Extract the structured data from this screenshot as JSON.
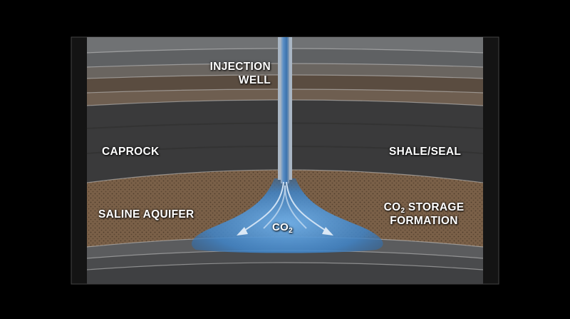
{
  "labels": {
    "injection_well_line1": "INJECTION",
    "injection_well_line2": "WELL",
    "caprock": "CAPROCK",
    "shale_seal": "SHALE/SEAL",
    "saline_aquifer": "SALINE AQUIFER",
    "co2_plume_main": "CO",
    "co2_plume_sub": "2",
    "storage_line1_main": "CO",
    "storage_line1_sub": "2",
    "storage_line1_rest": " STORAGE",
    "storage_line2": "FORMATION"
  },
  "colors": {
    "background": "#000000",
    "frame": "#1a1a1a",
    "caprock_layer": "#3b3b3b",
    "aquifer_layer": "#7a6048",
    "co2_plume": "#4a8fd0",
    "well_pipe": "#4f86c0",
    "well_casing": "#b8c4d0"
  }
}
